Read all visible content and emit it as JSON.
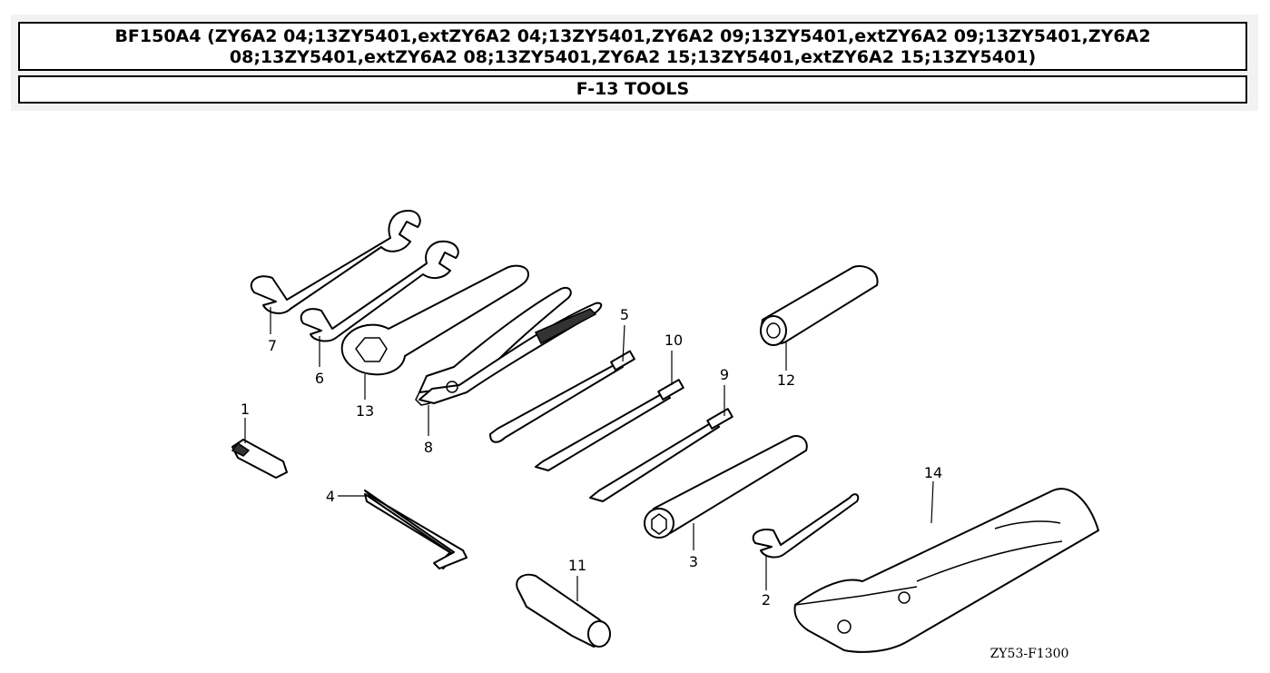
{
  "header": {
    "model_line1": "BF150A4 (ZY6A2 04;13ZY5401,extZY6A2 04;13ZY5401,ZY6A2 09;13ZY5401,extZY6A2 09;13ZY5401,ZY6A2",
    "model_line2": "08;13ZY5401,extZY6A2 08;13ZY5401,ZY6A2 15;13ZY5401,extZY6A2 15;13ZY5401)",
    "section_title": "F-13 TOOLS"
  },
  "diagram": {
    "callouts": [
      "1",
      "2",
      "3",
      "4",
      "5",
      "6",
      "7",
      "8",
      "9",
      "10",
      "11",
      "12",
      "13",
      "14"
    ],
    "figure_code": "ZY53-F1300"
  }
}
